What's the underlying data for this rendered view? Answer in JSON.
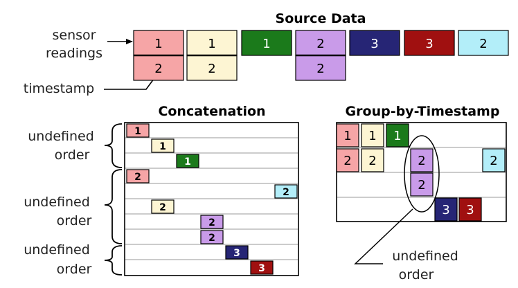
{
  "colors": {
    "pink": "#f6a5a6",
    "cream": "#fdf5d3",
    "green": "#1b7a1b",
    "purple": "#c99be9",
    "navy": "#262575",
    "darkred": "#a01010",
    "cyan": "#b3eef9"
  },
  "source": {
    "title": "Source Data",
    "label_sensor_line1": "sensor",
    "label_sensor_line2": "readings",
    "label_timestamp": "timestamp",
    "readings": [
      "1",
      "1",
      "1",
      "2",
      "3",
      "3",
      "2"
    ],
    "timestamps": [
      "2",
      "2",
      "2"
    ]
  },
  "concat": {
    "title": "Concatenation",
    "brace1_line1": "undefined",
    "brace1_line2": "order",
    "brace2_line1": "undefined",
    "brace2_line2": "order",
    "brace3_line1": "undefined",
    "brace3_line2": "order",
    "values": [
      "1",
      "1",
      "1",
      "2",
      "2",
      "2",
      "2",
      "2",
      "3",
      "3"
    ]
  },
  "group": {
    "title": "Group-by-Timestamp",
    "values": [
      "1",
      "1",
      "1",
      "2",
      "2",
      "2",
      "2",
      "2",
      "3",
      "3"
    ],
    "callout_line1": "undefined",
    "callout_line2": "order"
  }
}
